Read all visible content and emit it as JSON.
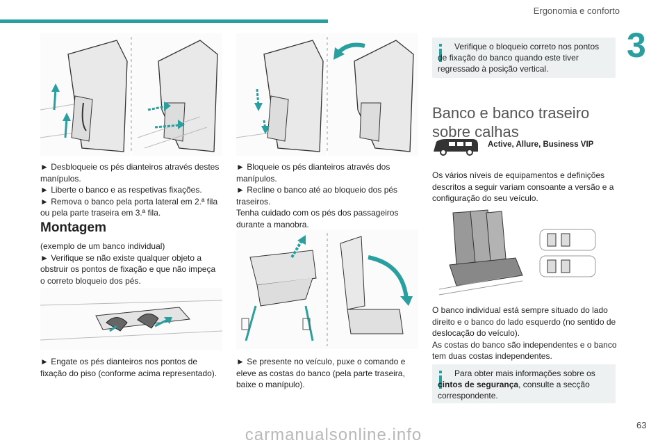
{
  "header": {
    "section_title": "Ergonomia e conforto",
    "chapter_number": "3",
    "page_number": "63"
  },
  "watermark": "carmanualsonline.info",
  "col1": {
    "steps_top": [
      "► Desbloqueie os pés dianteiros através destes manípulos.",
      "► Liberte o banco e as respetivas fixações.",
      "► Remova o banco pela porta lateral em 2.ª fila ou pela parte traseira em 3.ª fila."
    ],
    "heading_montagem": "Montagem",
    "montagem_intro": "(exemplo de um banco individual)",
    "montagem_step": "► Verifique se não existe qualquer objeto a obstruir os pontos de fixação e que não impeça o correto bloqueio dos pés.",
    "engage_step": "► Engate os pés dianteiros nos pontos de fixação do piso (conforme acima representado)."
  },
  "col2": {
    "steps_top": [
      "► Bloqueie os pés dianteiros através dos manípulos.",
      "► Recline o banco até ao bloqueio dos pés traseiros.",
      "Tenha cuidado com os pés dos passageiros durante a manobra."
    ],
    "present_step": "► Se presente no veículo, puxe o comando e eleve as costas do banco (pela parte traseira, baixe o manípulo)."
  },
  "col3": {
    "note_top": "Verifique o bloqueio correto nos pontos de fixação do banco quando este tiver regressado à posição vertical.",
    "heading": "Banco e banco traseiro sobre calhas",
    "trims": "Active, Allure, Business VIP",
    "intro": "Os vários níveis de equipamentos e definições descritos a seguir variam consoante a versão e a configuração do seu veículo.",
    "body1": "O banco individual está sempre situado do lado direito e o banco do lado esquerdo (no sentido de deslocação do veículo).",
    "body2": "As costas do banco são independentes e o banco tem duas costas independentes.",
    "note_bottom_pre": "Para obter mais informações sobre os ",
    "note_bottom_bold": "cintos de segurança",
    "note_bottom_post": ", consulte a secção correspondente."
  },
  "colors": {
    "accent": "#2a9fa0",
    "note_bg": "#eef1f2",
    "text": "#222222"
  },
  "icons": {
    "info": "info-icon",
    "van": "van-icon"
  }
}
